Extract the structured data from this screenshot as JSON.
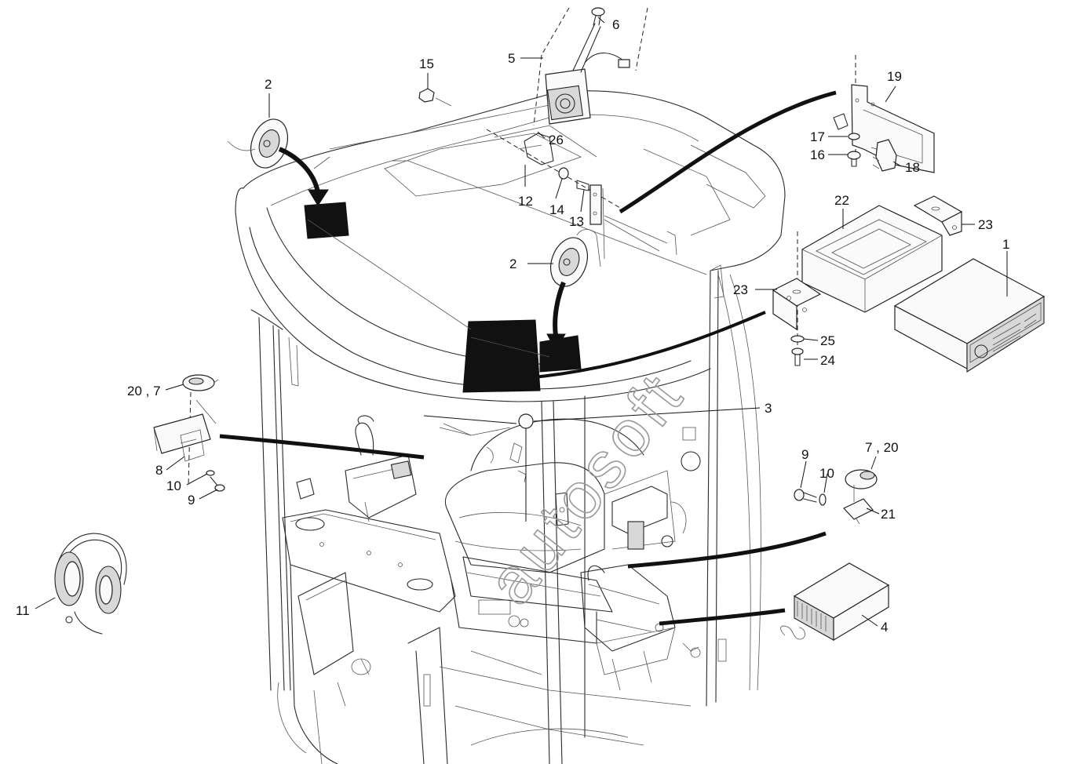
{
  "watermark": "autosoft",
  "callouts": {
    "c1": "1",
    "c2a": "2",
    "c2b": "2",
    "c3": "3",
    "c4": "4",
    "c5": "5",
    "c6": "6",
    "c7_20a": "7 , 20",
    "c8": "8",
    "c9a": "9",
    "c9b": "9",
    "c10a": "10",
    "c10b": "10",
    "c11": "11",
    "c12": "12",
    "c13": "13",
    "c14": "14",
    "c15": "15",
    "c16": "16",
    "c17": "17",
    "c18": "18",
    "c19": "19",
    "c20_7": "20 , 7",
    "c21": "21",
    "c22": "22",
    "c23a": "23",
    "c23b": "23",
    "c24": "24",
    "c25": "25",
    "c26": "26"
  }
}
